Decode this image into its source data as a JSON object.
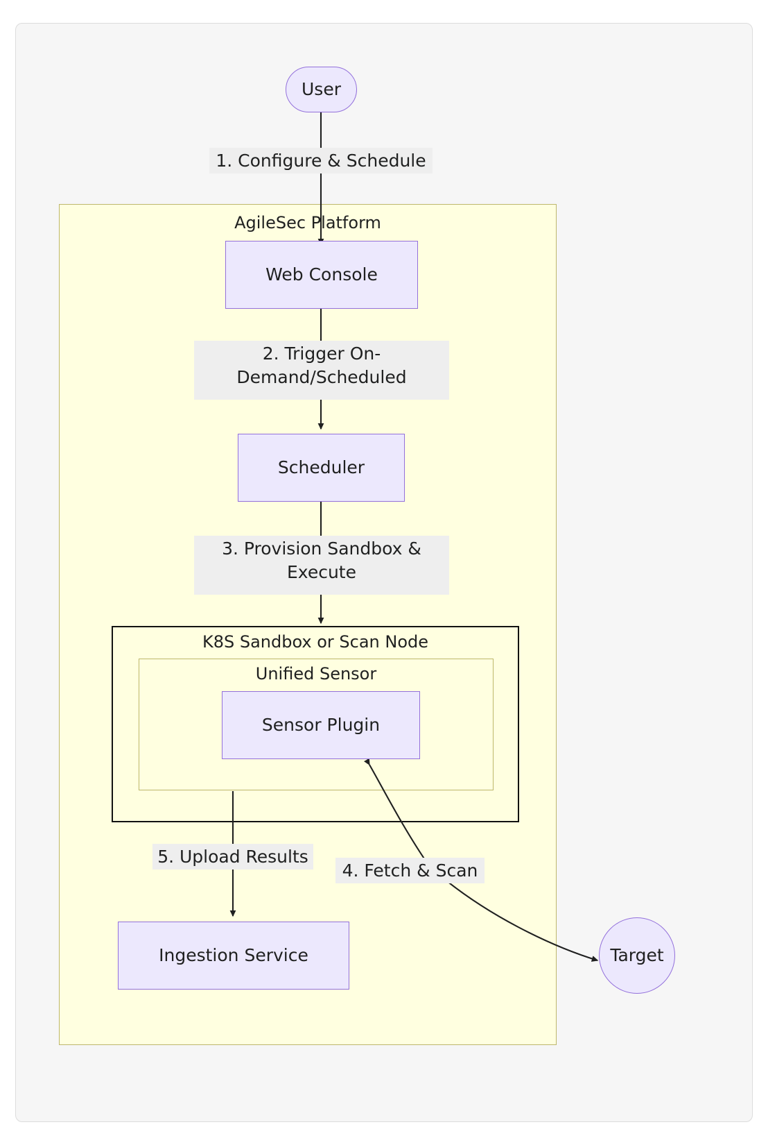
{
  "diagram": {
    "type": "flowchart",
    "direction": "top-down",
    "background": "#f6f6f6",
    "node_fill": "#ece8fd",
    "node_stroke": "#9370db",
    "cluster_fill": "#ffffe0",
    "cluster_stroke": "#bdb76b",
    "inner_cluster_stroke": "#000000",
    "edge_label_bg": "#eeeeee",
    "text_color": "#1f2020"
  },
  "nodes": {
    "user": {
      "label": "User",
      "shape": "stadium"
    },
    "web_console": {
      "label": "Web Console",
      "shape": "rect"
    },
    "scheduler": {
      "label": "Scheduler",
      "shape": "rect"
    },
    "sensor_plugin": {
      "label": "Sensor Plugin",
      "shape": "rect"
    },
    "ingestion_service": {
      "label": "Ingestion Service",
      "shape": "rect"
    },
    "target": {
      "label": "Target",
      "shape": "circle"
    }
  },
  "clusters": {
    "agilesec_platform": {
      "label": "AgileSec Platform"
    },
    "k8s_sandbox": {
      "label": "K8S Sandbox or Scan Node"
    },
    "unified_sensor": {
      "label": "Unified Sensor"
    }
  },
  "edges": [
    {
      "id": "e1",
      "from": "user",
      "to": "web_console",
      "label": "1. Configure & Schedule",
      "label_line_1": "1. Configure & Schedule",
      "label_line_2": ""
    },
    {
      "id": "e2",
      "from": "web_console",
      "to": "scheduler",
      "label": "2. Trigger On-Demand/Scheduled",
      "label_line_1": "2. Trigger On-",
      "label_line_2": "Demand/Scheduled"
    },
    {
      "id": "e3",
      "from": "scheduler",
      "to": "k8s_sandbox",
      "label": "3. Provision Sandbox & Execute",
      "label_line_1": "3. Provision Sandbox &",
      "label_line_2": "Execute"
    },
    {
      "id": "e4",
      "from": "sensor_plugin",
      "to": "target",
      "label": "4. Fetch & Scan",
      "label_line_1": "4. Fetch & Scan",
      "label_line_2": ""
    },
    {
      "id": "e5",
      "from": "unified_sensor",
      "to": "ingestion_service",
      "label": "5. Upload Results",
      "label_line_1": "5. Upload Results",
      "label_line_2": ""
    }
  ]
}
